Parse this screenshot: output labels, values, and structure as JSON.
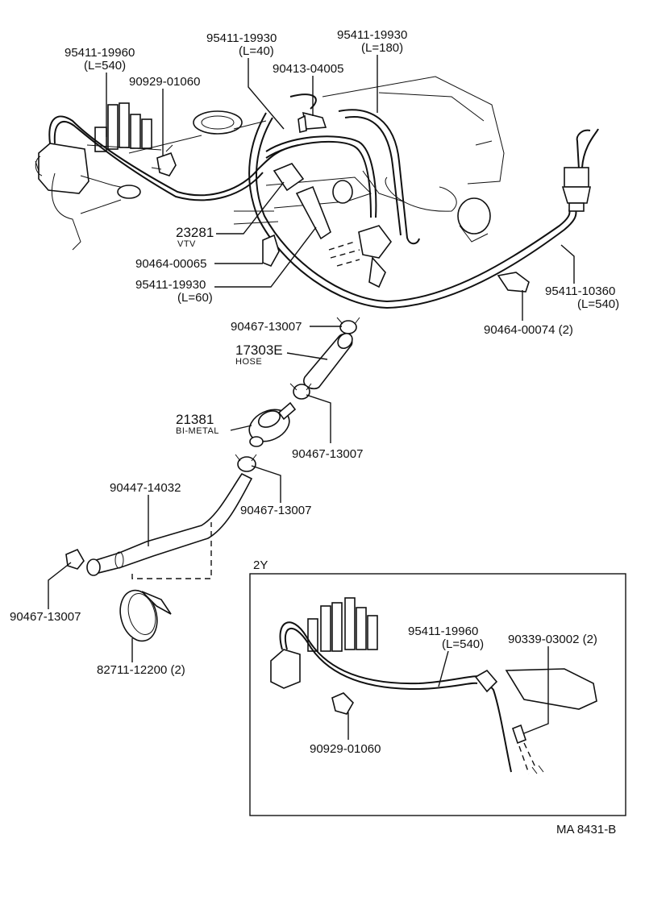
{
  "parts": [
    {
      "id": "p1",
      "number": "95411-19960",
      "note": "(L=540)"
    },
    {
      "id": "p2",
      "number": "90929-01060",
      "note": ""
    },
    {
      "id": "p3",
      "number": "95411-19930",
      "note": "(L=40)"
    },
    {
      "id": "p4",
      "number": "90413-04005",
      "note": ""
    },
    {
      "id": "p5",
      "number": "95411-19930",
      "note": "(L=180)"
    },
    {
      "id": "p6",
      "number": "23281",
      "note": "VTV"
    },
    {
      "id": "p7",
      "number": "90464-00065",
      "note": ""
    },
    {
      "id": "p8",
      "number": "95411-19930",
      "note": "(L=60)"
    },
    {
      "id": "p9",
      "number": "95411-10360",
      "note": "(L=540)"
    },
    {
      "id": "p10",
      "number": "90464-00074 (2)",
      "note": ""
    },
    {
      "id": "p11",
      "number": "90467-13007",
      "note": ""
    },
    {
      "id": "p12",
      "number": "17303E",
      "note": "HOSE"
    },
    {
      "id": "p13",
      "number": "90467-13007",
      "note": ""
    },
    {
      "id": "p14",
      "number": "21381",
      "note": "BI-METAL"
    },
    {
      "id": "p15",
      "number": "90447-14032",
      "note": ""
    },
    {
      "id": "p16",
      "number": "90467-13007",
      "note": ""
    },
    {
      "id": "p17",
      "number": "90467-13007",
      "note": ""
    },
    {
      "id": "p18",
      "number": "82711-12200 (2)",
      "note": ""
    }
  ],
  "inset": {
    "title": "2Y",
    "parts": [
      {
        "id": "i1",
        "number": "95411-19960",
        "note": "(L=540)"
      },
      {
        "id": "i2",
        "number": "90339-03002 (2)",
        "note": ""
      },
      {
        "id": "i3",
        "number": "90929-01060",
        "note": ""
      }
    ]
  },
  "drawing_code": "MA  8431-B"
}
